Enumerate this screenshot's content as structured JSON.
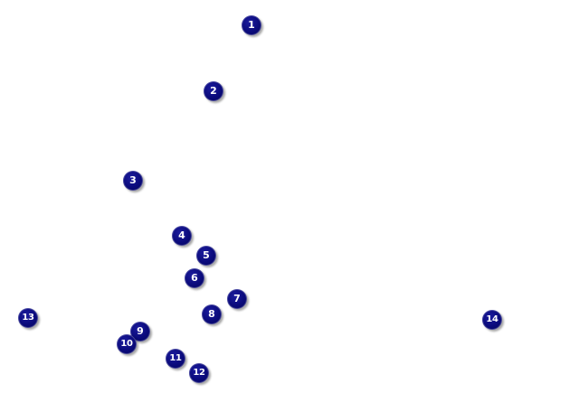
{
  "markers": [
    {
      "label": "1"
    },
    {
      "label": "2"
    },
    {
      "label": "3"
    },
    {
      "label": "4"
    },
    {
      "label": "5"
    },
    {
      "label": "6"
    },
    {
      "label": "7"
    },
    {
      "label": "8"
    },
    {
      "label": "9"
    },
    {
      "label": "10"
    },
    {
      "label": "11"
    },
    {
      "label": "12"
    },
    {
      "label": "13"
    },
    {
      "label": "14"
    }
  ],
  "colors": {
    "marker_fill": "#0a0a7a",
    "marker_text": "#ffffff",
    "background": "#ffffff"
  }
}
